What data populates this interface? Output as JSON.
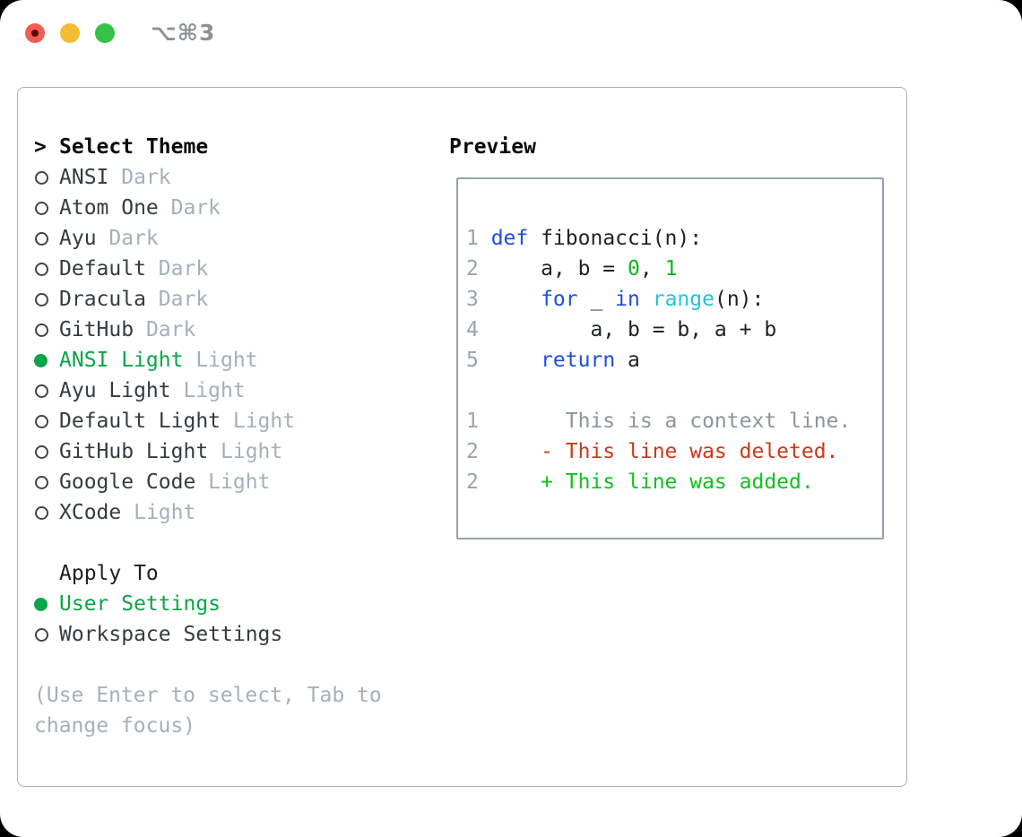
{
  "window": {
    "title": "⌥⌘3"
  },
  "traffic_lights": {
    "close_color": "#f25c52",
    "close_inner_dot_color": "#5e0a04",
    "minimize_color": "#f5bd36",
    "zoom_color": "#35c245"
  },
  "theme_picker": {
    "header_marker": ">",
    "header_label": "Select Theme",
    "themes": [
      {
        "name": "ANSI",
        "variant": " Dark",
        "selected": false
      },
      {
        "name": "Atom One",
        "variant": " Dark",
        "selected": false
      },
      {
        "name": "Ayu",
        "variant": " Dark",
        "selected": false
      },
      {
        "name": "Default",
        "variant": " Dark",
        "selected": false
      },
      {
        "name": "Dracula",
        "variant": " Dark",
        "selected": false
      },
      {
        "name": "GitHub",
        "variant": " Dark",
        "selected": false
      },
      {
        "name": "ANSI Light",
        "variant": " Light",
        "selected": true
      },
      {
        "name": "Ayu Light",
        "variant": " Light",
        "selected": false
      },
      {
        "name": "Default Light",
        "variant": " Light",
        "selected": false
      },
      {
        "name": "GitHub Light",
        "variant": " Light",
        "selected": false
      },
      {
        "name": "Google Code",
        "variant": " Light",
        "selected": false
      },
      {
        "name": "XCode",
        "variant": " Light",
        "selected": false
      }
    ],
    "apply_to_label": "Apply To",
    "apply_options": [
      {
        "name": "User Settings",
        "selected": true
      },
      {
        "name": "Workspace Settings",
        "selected": false
      }
    ],
    "help_text": "(Use Enter to select, Tab to change focus)"
  },
  "preview": {
    "label": "Preview",
    "lines": [
      {
        "num": "1",
        "segments": [
          {
            "t": "def",
            "c": "blue"
          },
          {
            "t": " fibonacci(n):",
            "c": "fg"
          }
        ]
      },
      {
        "num": "2",
        "segments": [
          {
            "t": "    a, b = ",
            "c": "fg"
          },
          {
            "t": "0",
            "c": "green"
          },
          {
            "t": ", ",
            "c": "fg"
          },
          {
            "t": "1",
            "c": "green"
          }
        ]
      },
      {
        "num": "3",
        "segments": [
          {
            "t": "    ",
            "c": "fg"
          },
          {
            "t": "for",
            "c": "blue"
          },
          {
            "t": " _ ",
            "c": "fg"
          },
          {
            "t": "in",
            "c": "blue"
          },
          {
            "t": " ",
            "c": "fg"
          },
          {
            "t": "range",
            "c": "cyan"
          },
          {
            "t": "(n):",
            "c": "fg"
          }
        ]
      },
      {
        "num": "4",
        "segments": [
          {
            "t": "        a, b = b, a + b",
            "c": "fg"
          }
        ]
      },
      {
        "num": "5",
        "segments": [
          {
            "t": "    ",
            "c": "fg"
          },
          {
            "t": "return",
            "c": "blue"
          },
          {
            "t": " a",
            "c": "fg"
          }
        ]
      },
      {
        "num": "",
        "segments": []
      },
      {
        "num": "1",
        "segments": [
          {
            "t": "      This is a context line.",
            "c": "gray"
          }
        ]
      },
      {
        "num": "2",
        "segments": [
          {
            "t": "    - This line was deleted.",
            "c": "red"
          }
        ]
      },
      {
        "num": "2",
        "segments": [
          {
            "t": "    + This line was added.",
            "c": "add"
          }
        ]
      }
    ]
  },
  "colors": {
    "selection_green": "#0aa546",
    "keyword_blue": "#1e4ce4",
    "builtin_cyan": "#23c3d7",
    "number_green": "#12b31d",
    "added_green": "#10c11d",
    "deleted_red": "#c93a1e",
    "muted_gray": "#a6afba",
    "line_number_gray": "#9aa3ae",
    "panel_border": "#abb1b9",
    "preview_border": "#99a1ab"
  }
}
